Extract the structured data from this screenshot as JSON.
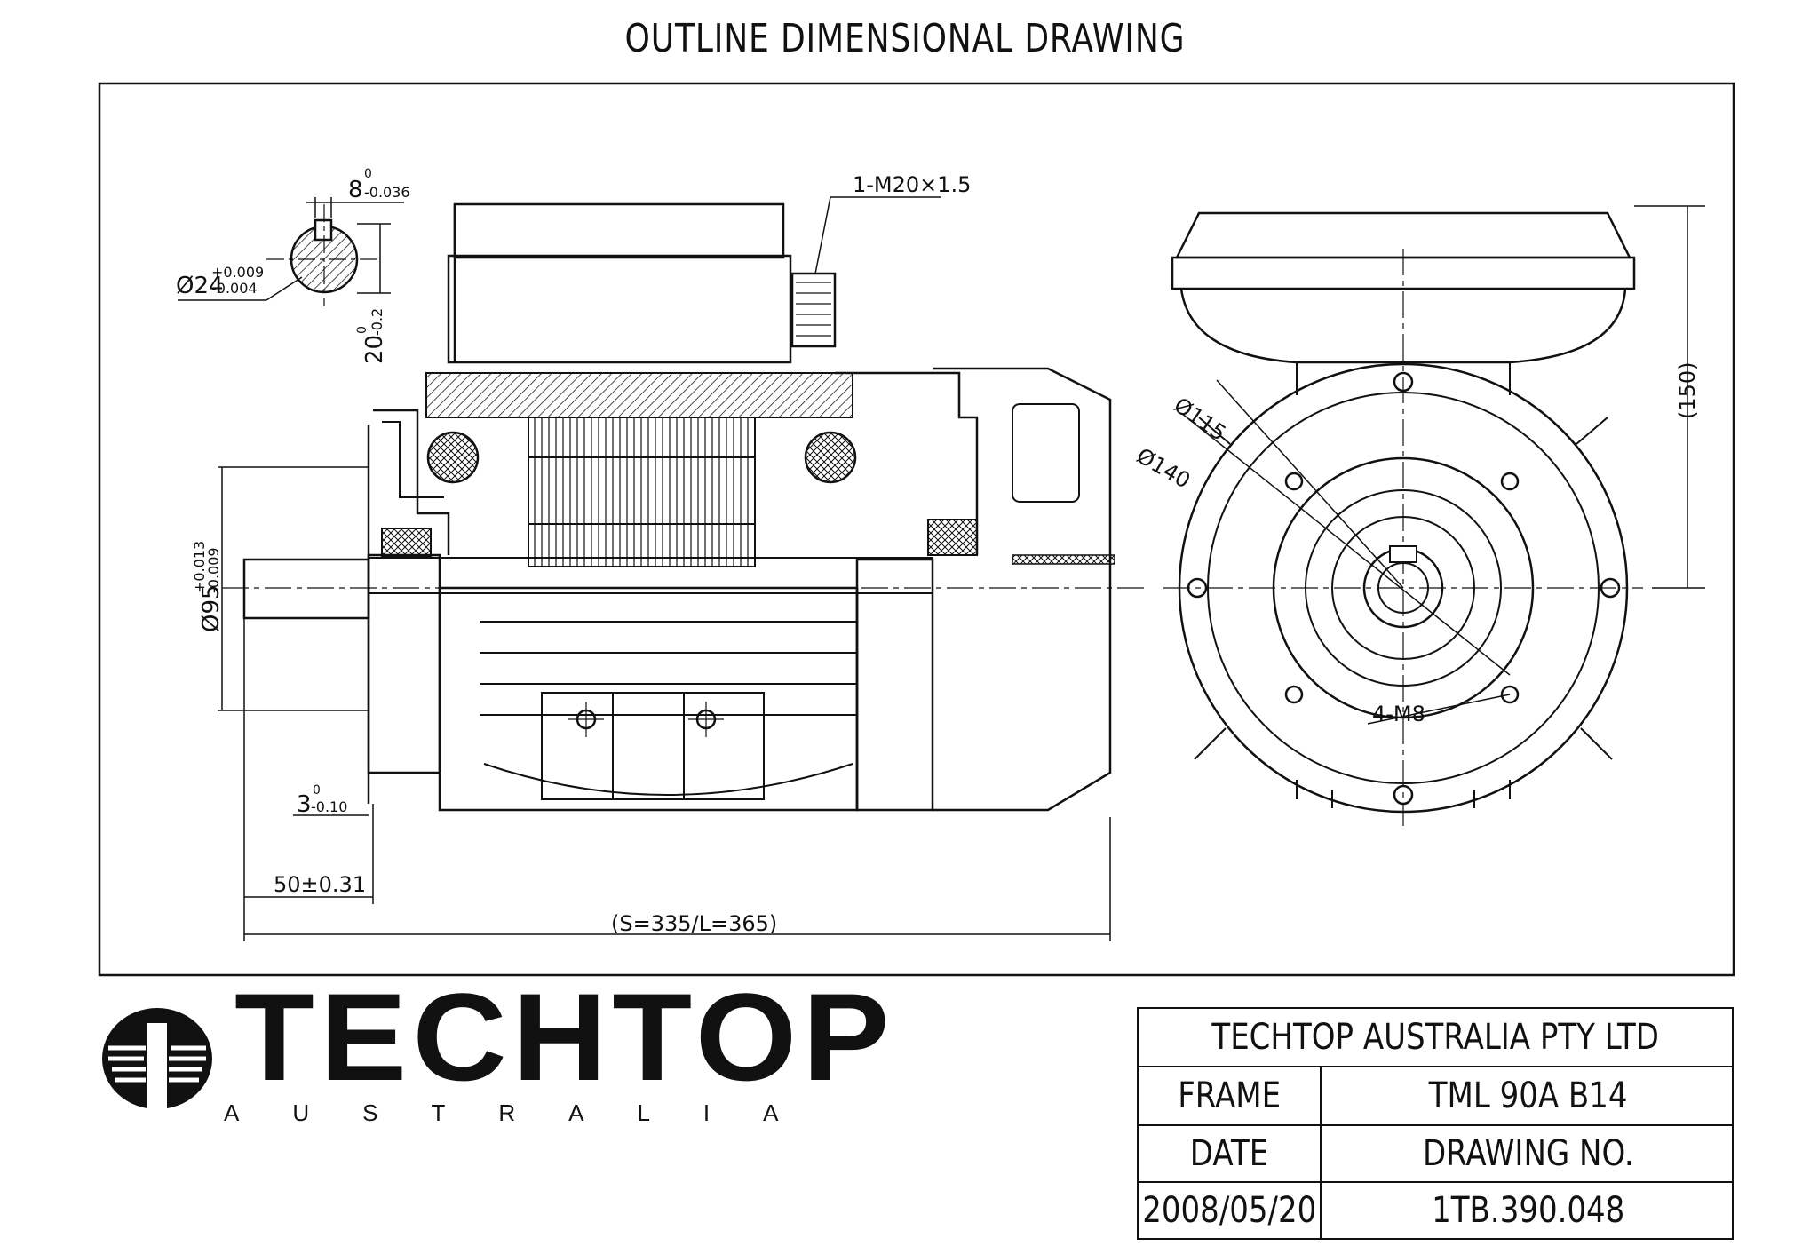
{
  "title": "OUTLINE DIMENSIONAL DRAWING",
  "dims": {
    "key_width": "8",
    "key_width_tol_upper": "0",
    "key_width_tol_lower": "-0.036",
    "shaft_dia": "Ø24",
    "shaft_dia_tol_upper": "+0.009",
    "shaft_dia_tol_lower": "-0.004",
    "key_height": "20",
    "key_height_tol_upper": "0",
    "key_height_tol_lower": "-0.2",
    "cable_gland": "1-M20×1.5",
    "spigot_dia": "Ø95",
    "spigot_tol_upper": "+0.013",
    "spigot_tol_lower": "-0.009",
    "spigot_depth": "3",
    "spigot_depth_tol_upper": "0",
    "spigot_depth_tol_lower": "-0.10",
    "shaft_len": "50±0.31",
    "overall_len": "(S=335/L=365)",
    "pcd_inner": "Ø115",
    "pcd_outer": "Ø140",
    "holes": "4-M8",
    "height": "(150)"
  },
  "logo": {
    "word": "TECHTOP",
    "sub": "AUSTRALIA"
  },
  "titleblock": {
    "company": "TECHTOP AUSTRALIA PTY LTD",
    "frame_label": "FRAME",
    "frame_value": "TML 90A B14",
    "date_label": "DATE",
    "drawing_no_label": "DRAWING NO.",
    "date_value": "2008/05/20",
    "drawing_no_value": "1TB.390.048"
  }
}
